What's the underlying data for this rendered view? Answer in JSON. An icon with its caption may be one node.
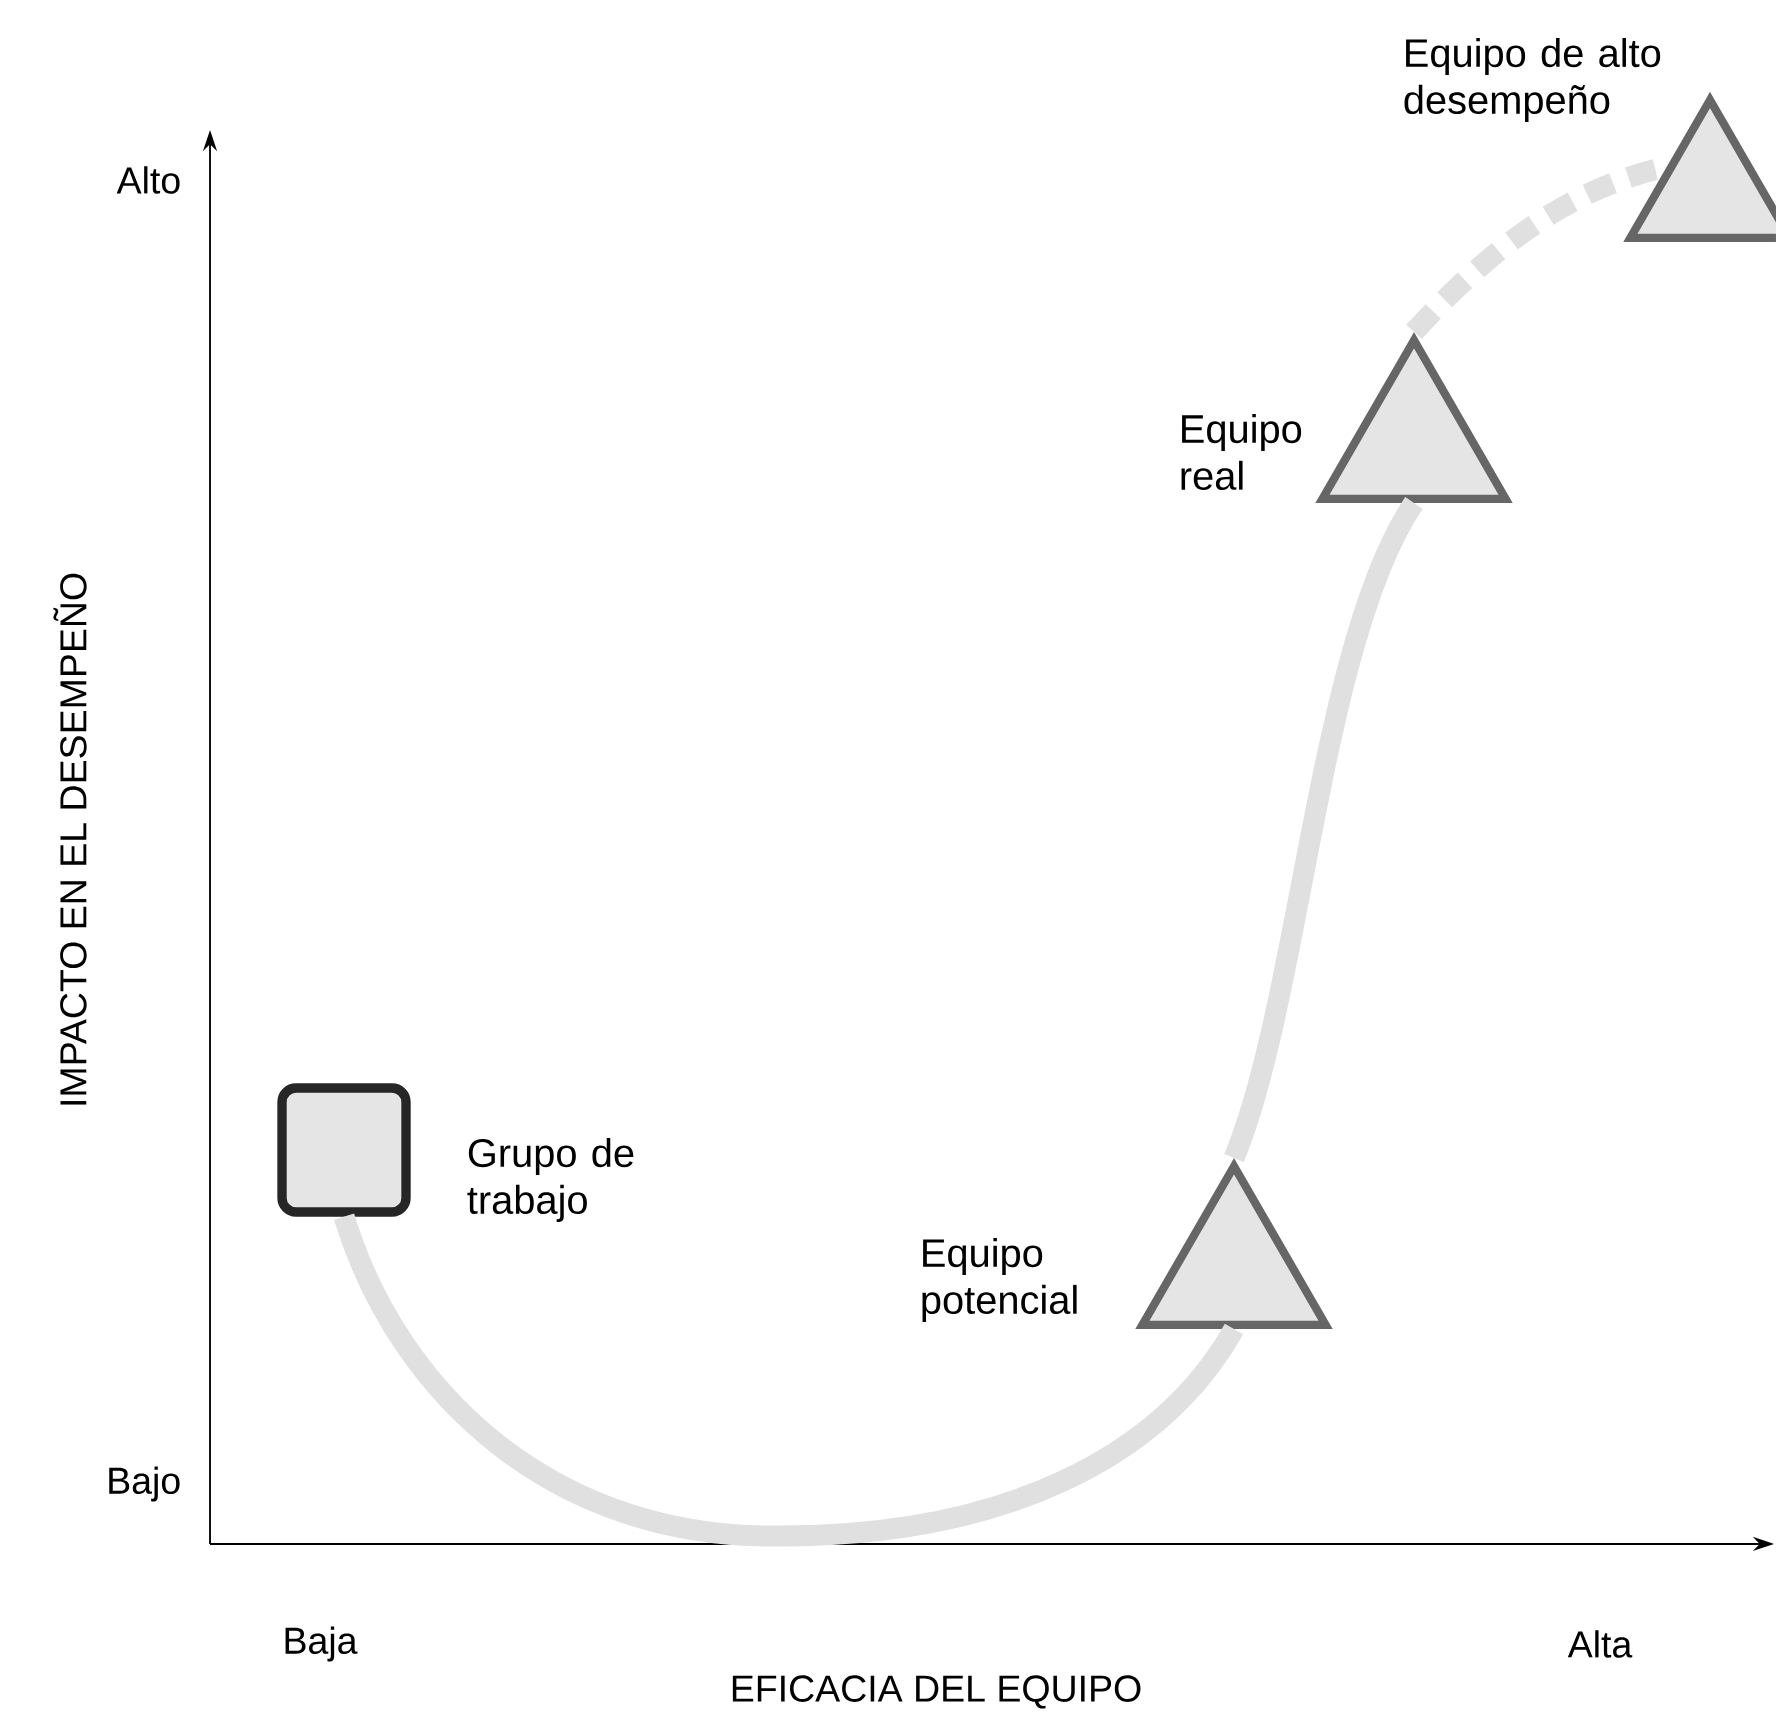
{
  "diagram": {
    "nodes": [
      {
        "text": [
          "Grupo de trabajo"
        ]
      },
      {
        "text": [
          "Equipo potencial"
        ]
      },
      {
        "text": [
          "Equipo real"
        ]
      },
      {
        "text": [
          "Equipo de alto desempeño"
        ]
      }
    ],
    "edges": [
      {
        "from": 0,
        "to": 1,
        "arrow": "none"
      },
      {
        "from": 1,
        "to": 2,
        "arrow": "none"
      },
      {
        "from": 2,
        "to": 3,
        "arrow": "none",
        "style": "dashed"
      }
    ],
    "labels": [
      "Alto",
      "IMPACTO EN EL DESEMPEÑO",
      "Bajo",
      "Baja",
      "Alta",
      "EFICACIA DEL EQUIPO"
    ]
  }
}
